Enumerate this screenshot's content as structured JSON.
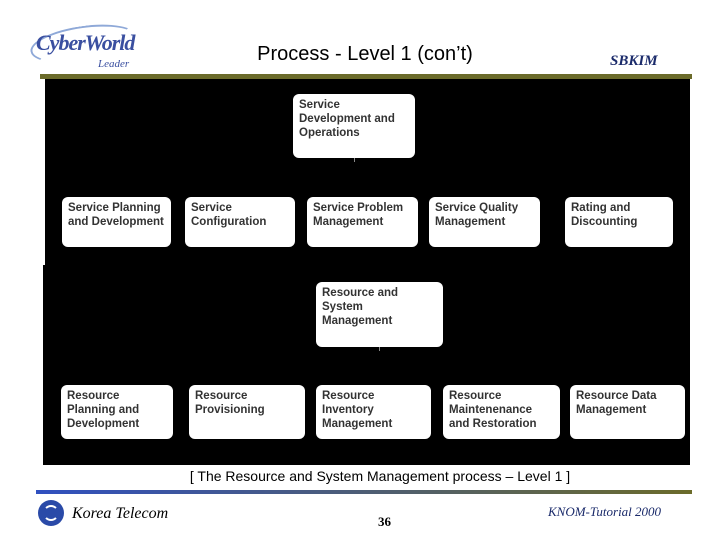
{
  "header": {
    "logo_text": "CyberWorld",
    "logo_sub": "Leader",
    "title": "Process - Level 1 (con’t)",
    "author": "SBKIM"
  },
  "diagram1": {
    "top": "Service\nDevelopment and\nOperations",
    "children": [
      "Service Planning\nand Development",
      "Service\nConfiguration",
      "Service Problem\nManagement",
      "Service Quality\nManagement",
      "Rating and\nDiscounting"
    ]
  },
  "diagram2": {
    "top": "Resource and\nSystem\nManagement",
    "children": [
      "Resource\nPlanning and\nDevelopment",
      "Resource\nProvisioning",
      "Resource\nInventory\nManagement",
      "Resource\nMaintenenance\nand Restoration",
      "Resource Data\nManagement"
    ]
  },
  "caption": "[ The Resource and System Management process – Level 1 ]",
  "footer": {
    "company": "Korea Telecom",
    "page": "36",
    "tutorial": "KNOM-Tutorial 2000"
  }
}
